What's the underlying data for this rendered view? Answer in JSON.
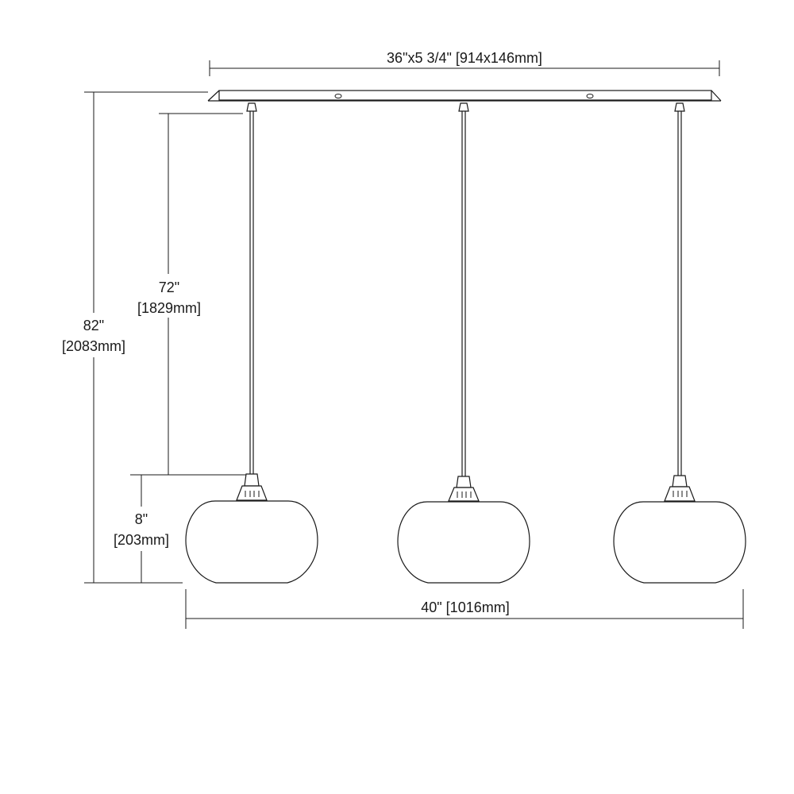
{
  "dimensions": {
    "canopy_width": "36\"x5 3/4\" [914x146mm]",
    "overall_height_in": "82\"",
    "overall_height_mm": "[2083mm]",
    "cord_length_in": "72\"",
    "cord_length_mm": "[1829mm]",
    "shade_height_in": "8\"",
    "shade_height_mm": "[203mm]",
    "overall_width": "40\" [1016mm]"
  }
}
